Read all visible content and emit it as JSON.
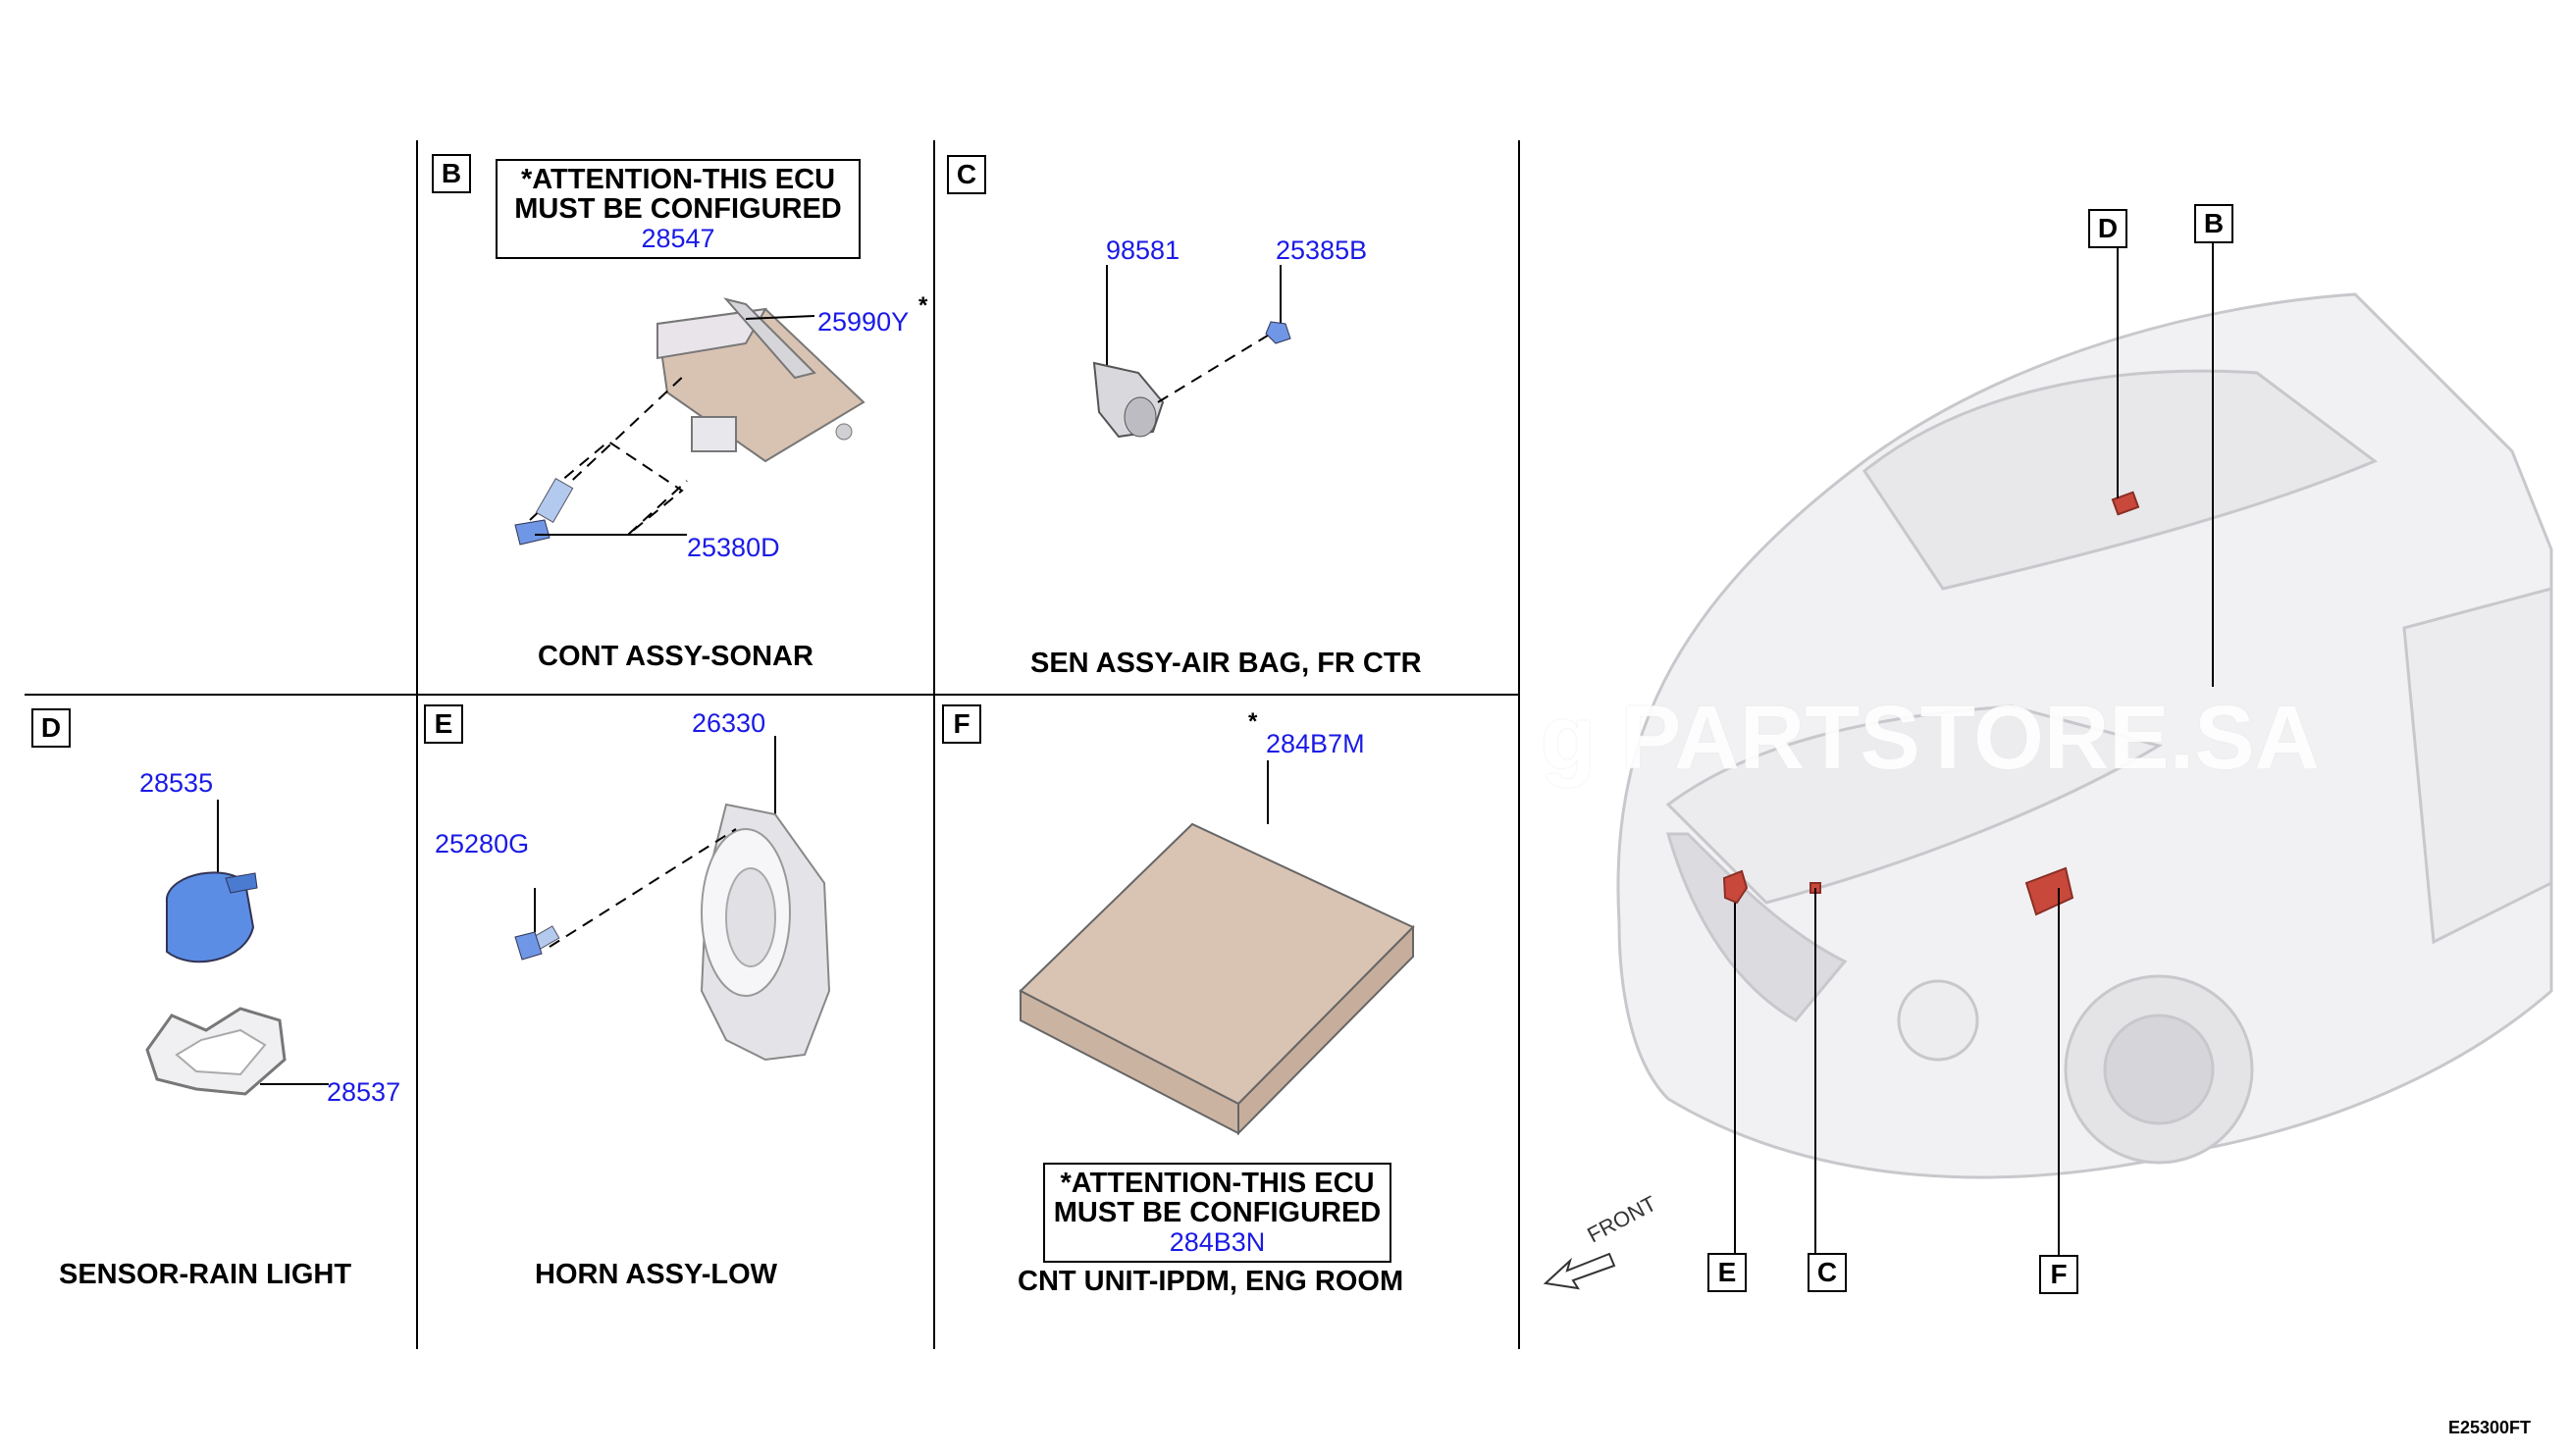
{
  "panels": {
    "B": {
      "key": "B",
      "attention_line1": "*ATTENTION-THIS ECU",
      "attention_line2": "MUST BE CONFIGURED",
      "attention_part": "28547",
      "parts": [
        "25990Y",
        "25380D"
      ],
      "asterisk": "*",
      "caption": "CONT ASSY-SONAR"
    },
    "C": {
      "key": "C",
      "parts": [
        "98581",
        "25385B"
      ],
      "caption": "SEN ASSY-AIR BAG, FR CTR"
    },
    "D": {
      "key": "D",
      "parts": [
        "28535",
        "28537"
      ],
      "caption": "SENSOR-RAIN LIGHT"
    },
    "E": {
      "key": "E",
      "parts": [
        "26330",
        "25280G"
      ],
      "caption": "HORN ASSY-LOW"
    },
    "F": {
      "key": "F",
      "parts": [
        "284B7M"
      ],
      "asterisk": "*",
      "attention_line1": "*ATTENTION-THIS ECU",
      "attention_line2": "MUST BE CONFIGURED",
      "attention_part": "284B3N",
      "caption": "CNT UNIT-IPDM, ENG ROOM"
    }
  },
  "overview": {
    "keys": [
      "D",
      "B",
      "E",
      "C",
      "F"
    ],
    "front_label": "FRONT"
  },
  "watermark": "g PARTSTORE.SA",
  "diagram_code": "E25300FT",
  "colors": {
    "part_number": "#1a1ae6",
    "highlight": "#c8483c",
    "ecu_body": "#d9c3b3"
  }
}
